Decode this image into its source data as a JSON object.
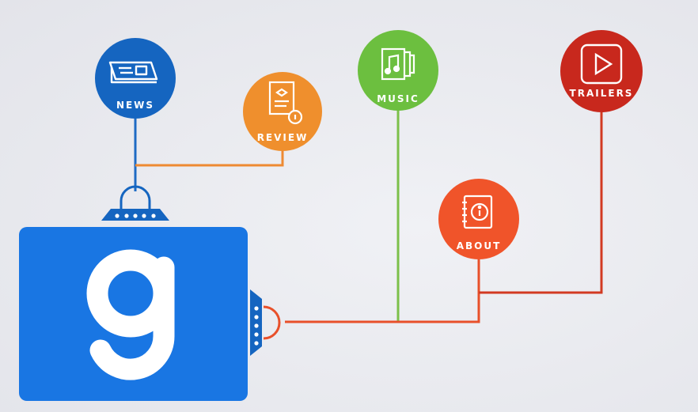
{
  "nodes": {
    "news": {
      "label": "NEWS",
      "color": "#1565c0",
      "icon": "newspaper-icon"
    },
    "review": {
      "label": "REVIEW",
      "color": "#ef8f2d",
      "icon": "review-document-icon"
    },
    "music": {
      "label": "MUSIC",
      "color": "#6cbf3f",
      "icon": "music-album-icon"
    },
    "about": {
      "label": "ABOUT",
      "color": "#f0542a",
      "icon": "info-notebook-icon"
    },
    "trailers": {
      "label": "TRAILERS",
      "color": "#c8281d",
      "icon": "play-icon"
    }
  },
  "hub": {
    "logo_letter": "g",
    "color": "#1976e3",
    "connector_color": "#1565c0"
  },
  "links": {
    "news_color": "#1e6bc4",
    "review_color": "#ee8a32",
    "music_color": "#7cc04a",
    "about_color": "#e8502a",
    "trailers_color": "#d23a22"
  }
}
